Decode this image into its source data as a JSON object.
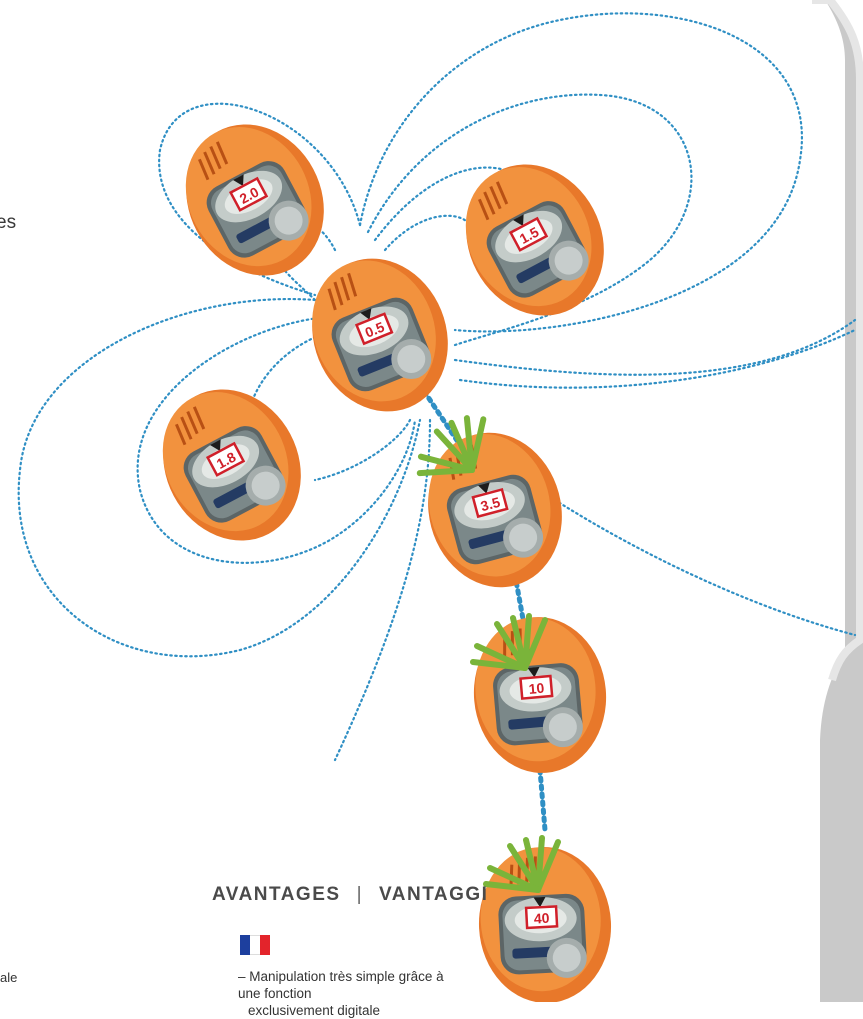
{
  "page": {
    "background": "#ffffff",
    "side_panel_color": "#c9c9c9"
  },
  "fragments": {
    "left_word_fragment": "es",
    "left_bottom_fragment": "ale"
  },
  "heading": {
    "left": "AVANTAGES",
    "separator": "|",
    "right": "VANTAGGI"
  },
  "flag": {
    "name": "french-flag",
    "colors": [
      "#1d3f9e",
      "#ffffff",
      "#e3242b"
    ]
  },
  "advantages_fr": {
    "item_1_line_1": "– Manipulation très simple grâce à une fonction",
    "item_1_line_2": "exclusivement digitale"
  },
  "colors": {
    "device_orange": "#e8782a",
    "signal_blue": "#2f8fc4",
    "signal_green": "#7ab43a",
    "display_red": "#d0202a"
  },
  "devices": [
    {
      "reading": "2.0",
      "signal": false
    },
    {
      "reading": "1.5",
      "signal": false
    },
    {
      "reading": "0.5",
      "signal": false
    },
    {
      "reading": "1.8",
      "signal": false
    },
    {
      "reading": "3.5",
      "signal": true
    },
    {
      "reading": "10",
      "signal": true
    },
    {
      "reading": "40",
      "signal": true
    }
  ]
}
